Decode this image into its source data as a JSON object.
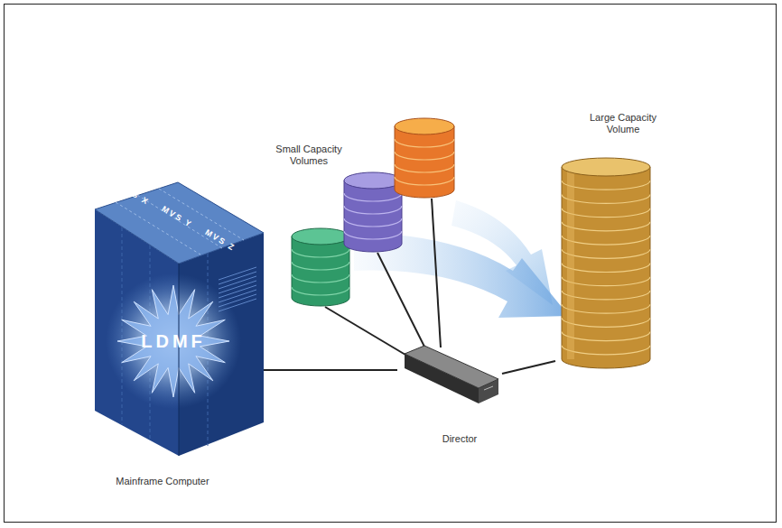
{
  "diagram": {
    "nodes": [
      {
        "text": [
          "MVS X",
          "MVS Y",
          "MVS Z",
          "LDMF",
          "Mainframe Computer"
        ]
      },
      {
        "text": [
          "Director"
        ]
      },
      {
        "text": [
          "Large Capacity Volume"
        ]
      }
    ],
    "edges": [
      {
        "from": 0,
        "to": 1,
        "arrow": "none"
      },
      {
        "from": 1,
        "to": 2,
        "arrow": "none"
      }
    ],
    "labels": [
      "Small Capacity Volumes"
    ]
  }
}
